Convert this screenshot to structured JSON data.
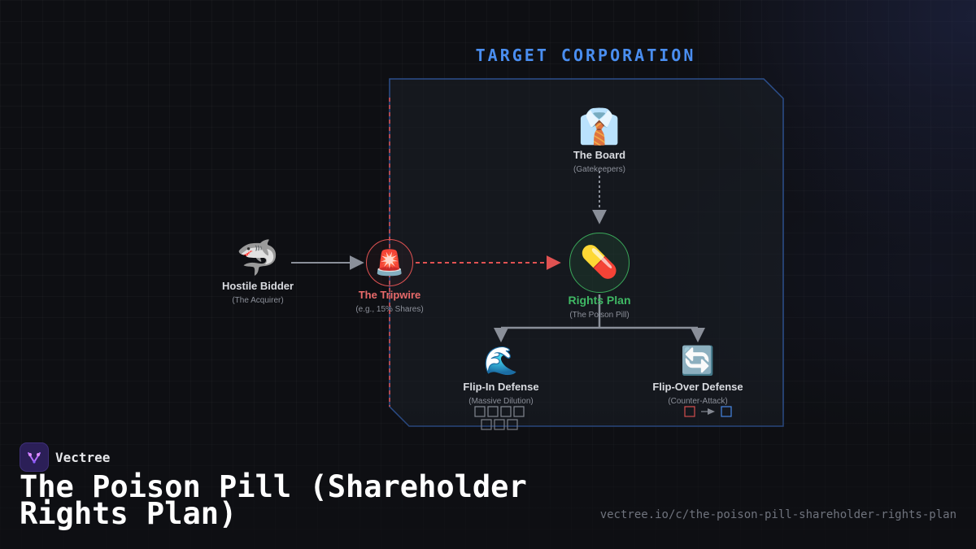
{
  "corporation_label": "TARGET CORPORATION",
  "nodes": {
    "board": {
      "icon": "👔",
      "icon_name": "necktie-shirt-icon",
      "label": "The Board",
      "sub": "(Gatekeepers)"
    },
    "hostile": {
      "icon": "🦈",
      "icon_name": "shark-icon",
      "label": "Hostile Bidder",
      "sub": "(The Acquirer)"
    },
    "tripwire": {
      "icon": "🚨",
      "icon_name": "siren-icon",
      "label": "The Tripwire",
      "sub": "(e.g., 15% Shares)"
    },
    "rights": {
      "icon": "💊",
      "icon_name": "pill-icon",
      "label": "Rights Plan",
      "sub": "(The Poison Pill)"
    },
    "flipin": {
      "icon": "🌊",
      "icon_name": "wave-icon",
      "label": "Flip-In Defense",
      "sub": "(Massive Dilution)"
    },
    "flipover": {
      "icon": "🔄",
      "icon_name": "cycle-arrows-icon",
      "label": "Flip-Over Defense",
      "sub": "(Counter-Attack)"
    }
  },
  "colors": {
    "accent_blue": "#4a8ef0",
    "tripwire_red": "#e05252",
    "rights_green": "#3aa85a",
    "neutral_gray": "#8a8f99"
  },
  "brand": {
    "name": "Vectree",
    "logo_icon": "vectree-logo-icon"
  },
  "title": "The Poison Pill (Shareholder Rights Plan)",
  "url": "vectree.io/c/the-poison-pill-shareholder-rights-plan"
}
